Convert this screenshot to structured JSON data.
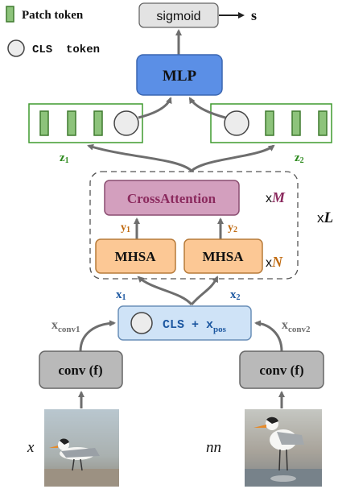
{
  "legend": {
    "patch_label": "Patch token",
    "cls_label": "CLS  token"
  },
  "top": {
    "sigmoid": "sigmoid",
    "output": "s",
    "mlp": "MLP"
  },
  "tokens": {
    "z1": "z",
    "z1_sub": "1",
    "z2": "z",
    "z2_sub": "2"
  },
  "block": {
    "cross_attention": "CrossAttention",
    "repeat_m_x": "x",
    "repeat_m": "M",
    "y1": "y",
    "y1_sub": "1",
    "y2": "y",
    "y2_sub": "2",
    "mhsa_left": "MHSA",
    "mhsa_right": "MHSA",
    "repeat_n_x": "x",
    "repeat_n": "N",
    "repeat_l_x": "x",
    "repeat_l": "L"
  },
  "inputs": {
    "x1": "x",
    "x1_sub": "1",
    "x2": "x",
    "x2_sub": "2",
    "cls_pos_main": "CLS + x",
    "cls_pos_sub": "pos",
    "xconv1": "x",
    "xconv1_sub": "conv1",
    "xconv2": "x",
    "xconv2_sub": "conv2",
    "conv_left": "conv (f)",
    "conv_right": "conv (f)",
    "img_left_label": "x",
    "img_right_label": "nn"
  },
  "colors": {
    "patch_green": "#8dc37b",
    "patch_border": "#3f7a2e",
    "box_green_border": "#3f9a2e",
    "mlp_blue": "#5b8fe6",
    "cross_pink": "#d39fbe",
    "cross_text": "#8b2a5e",
    "mhsa_orange": "#fcc895",
    "cls_box_blue": "#cfe3f7",
    "conv_gray": "#b9b9b9",
    "arrow_gray": "#6e6e6e",
    "x_blue": "#1c57a0",
    "y_orange": "#c06a10"
  }
}
